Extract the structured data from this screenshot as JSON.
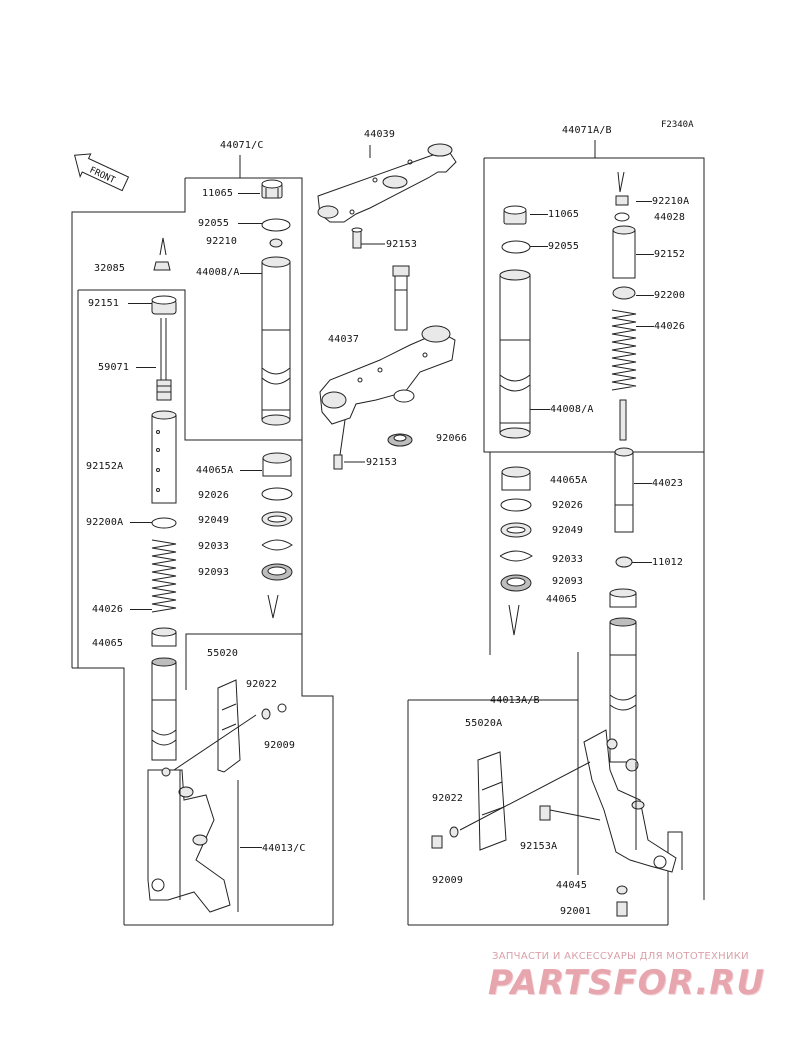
{
  "diagram": {
    "ref_code": "F2340A",
    "front_label": "FRONT",
    "labels": {
      "l44071c": "44071/C",
      "l44039": "44039",
      "l44071ab": "44071A/B",
      "l11065_left": "11065",
      "l92055_left": "92055",
      "l92210": "92210",
      "l32085": "32085",
      "l44008a_left": "44008/A",
      "l92151": "92151",
      "l59071": "59071",
      "l92152a": "92152A",
      "l92200a": "92200A",
      "l44026_left": "44026",
      "l44065_left": "44065",
      "l44065a_left": "44065A",
      "l92026_left": "92026",
      "l92049_left": "92049",
      "l92033_left": "92033",
      "l92093_left": "92093",
      "l55020": "55020",
      "l92022_left": "92022",
      "l92009_left": "92009",
      "l44013c": "44013/C",
      "l92153_top": "92153",
      "l44037": "44037",
      "l92066": "92066",
      "l92153_mid": "92153",
      "l11065_right": "11065",
      "l92055_right": "92055",
      "l44008a_right": "44008/A",
      "l44065a_right": "44065A",
      "l92026_right": "92026",
      "l92049_right": "92049",
      "l92033_right": "92033",
      "l92093_right": "92093",
      "l44065_right": "44065",
      "l44013ab": "44013A/B",
      "l55020a": "55020A",
      "l92022_right": "92022",
      "l92009_right": "92009",
      "l92153a": "92153A",
      "l44045": "44045",
      "l92001": "92001",
      "l92210a": "92210A",
      "l44028": "44028",
      "l92152": "92152",
      "l92200": "92200",
      "l44026_right": "44026",
      "l44023": "44023",
      "l11012": "11012"
    },
    "watermark_line1": "ЗАПЧАСТИ И АКСЕССУАРЫ ДЛЯ МОТОТЕХНИКИ",
    "watermark_line2": "PARTSFOR.RU",
    "colors": {
      "line": "#222222",
      "part_fill": "#e9e9e9",
      "watermark": "#e7a5ae"
    }
  }
}
